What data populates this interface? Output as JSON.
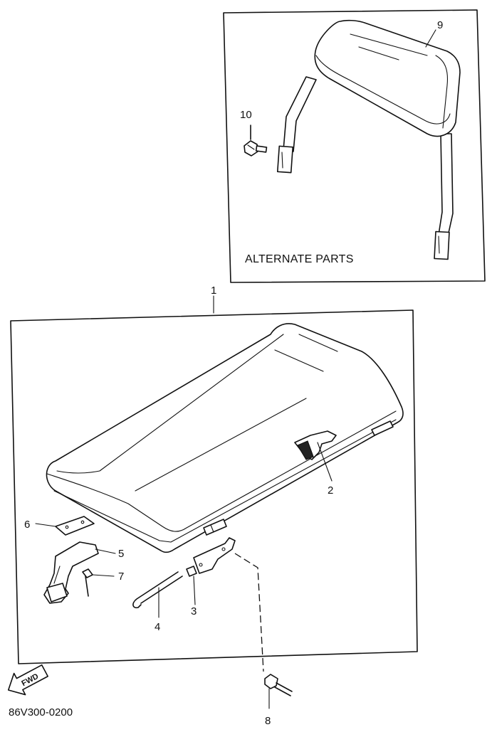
{
  "callouts": {
    "c1": "1",
    "c2": "2",
    "c3": "3",
    "c4": "4",
    "c5": "5",
    "c6": "6",
    "c7": "7",
    "c8": "8",
    "c9": "9",
    "c10": "10"
  },
  "alternate_parts_label": "ALTERNATE PARTS",
  "fwd_label": "FWD",
  "diagram_code": "86V300-0200"
}
